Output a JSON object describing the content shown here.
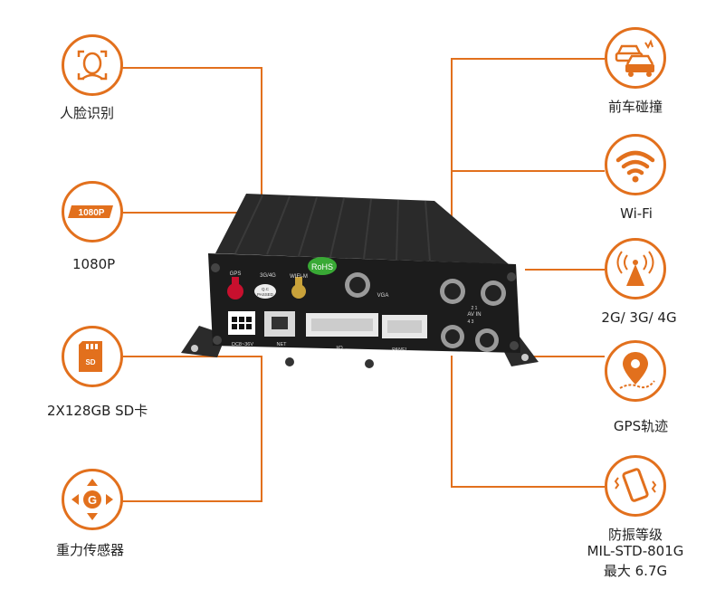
{
  "colors": {
    "accent": "#e2701d",
    "device_body": "#1c1c1c",
    "text": "#222222"
  },
  "left_features": [
    {
      "icon": "face-recognition-icon",
      "label": "人脸识别"
    },
    {
      "icon": "1080p-badge-icon",
      "badge": "1080P",
      "label": "1080P"
    },
    {
      "icon": "sd-card-icon",
      "badge": "SD",
      "label": "2X128GB SD卡"
    },
    {
      "icon": "g-sensor-icon",
      "badge": "G",
      "label": "重力传感器"
    }
  ],
  "right_features": [
    {
      "icon": "car-collision-icon",
      "label": "前车碰撞"
    },
    {
      "icon": "wifi-icon",
      "label": "Wi-Fi"
    },
    {
      "icon": "antenna-icon",
      "label": "2G/ 3G/ 4G"
    },
    {
      "icon": "gps-pin-icon",
      "label": "GPS轨迹"
    },
    {
      "icon": "vibration-phone-icon",
      "label": "防振等级",
      "label_line2": "MIL-STD-801G",
      "label_line3": "最大 6.7G"
    }
  ],
  "device": {
    "port_labels": {
      "gps": "GPS",
      "net34g": "3G/4G",
      "wifi": "WIFI-M",
      "rohs": "RoHS",
      "qc": "Q.C",
      "passed": "PASSED",
      "vga": "VGA",
      "power": "DC8~36V",
      "net": "NET",
      "io": "I/O",
      "panel": "PANEL",
      "avin": "AV IN",
      "ch21": "2 1",
      "ch43": "4 3"
    }
  }
}
